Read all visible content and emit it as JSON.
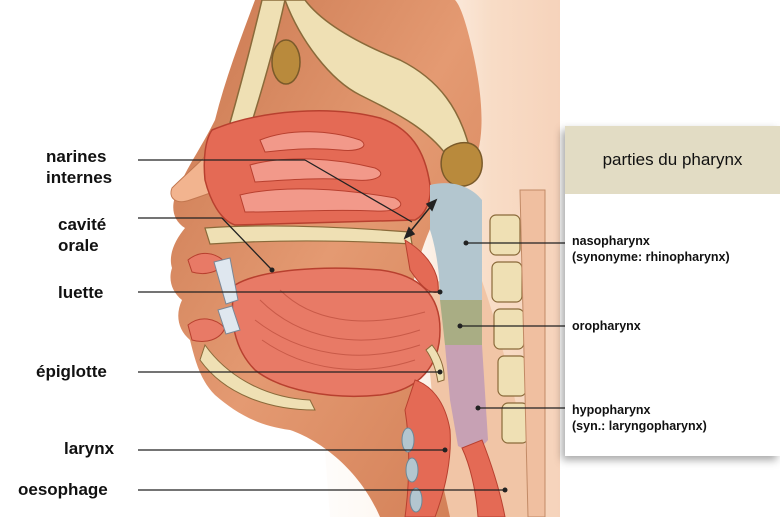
{
  "labels_left": {
    "narines_line1": "narines",
    "narines_line2": "internes",
    "cavite_line1": "cavité",
    "cavite_line2": "orale",
    "luette": "luette",
    "epiglotte": "épiglotte",
    "larynx": "larynx",
    "oesophage": "oesophage"
  },
  "legend": {
    "title": "parties du pharynx",
    "nasopharynx_line1": "nasopharynx",
    "nasopharynx_line2": "(synonyme: rhinopharynx)",
    "oropharynx": "oropharynx",
    "hypopharynx_line1": "hypopharynx",
    "hypopharynx_line2": "(syn.: laryngopharynx)"
  },
  "colors": {
    "nasopharynx": "#b3c6cf",
    "oropharynx": "#a9ad84",
    "hypopharynx": "#c7a1b4",
    "skin": "#e8a27c",
    "mucosa": "#e05a4a",
    "bone": "#efe0b4",
    "legend_header": "#e2dcc4"
  }
}
